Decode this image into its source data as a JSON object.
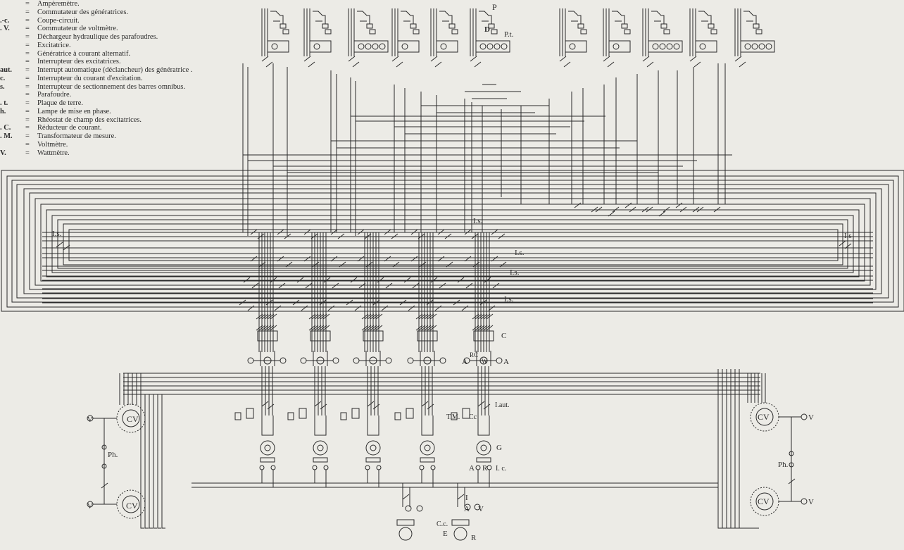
{
  "legend": [
    {
      "abbr": "",
      "eq": "=",
      "desc": "Ampèremètre."
    },
    {
      "abbr": "",
      "eq": "=",
      "desc": "Commutateur des génératrices."
    },
    {
      "abbr": ".-c.",
      "eq": "=",
      "desc": "Coupe-circuit."
    },
    {
      "abbr": ". V.",
      "eq": "=",
      "desc": "Commutateur de voltmètre."
    },
    {
      "abbr": "",
      "eq": "=",
      "desc": "Déchargeur hydraulique des parafoudres."
    },
    {
      "abbr": "",
      "eq": "=",
      "desc": "Excitatrice."
    },
    {
      "abbr": "",
      "eq": "=",
      "desc": "Génératrice à courant alternatif."
    },
    {
      "abbr": "",
      "eq": "=",
      "desc": "Interrupteur des excitatrices."
    },
    {
      "abbr": "aut.",
      "eq": "=",
      "desc": "Interrupt automatique (déclancheur) des génératrice ."
    },
    {
      "abbr": "c.",
      "eq": "=",
      "desc": "Interrupteur du courant d'excitation."
    },
    {
      "abbr": "s.",
      "eq": "=",
      "desc": "Interrupteur de sectionnement des barres omnibus."
    },
    {
      "abbr": "",
      "eq": "=",
      "desc": "Parafoudre."
    },
    {
      "abbr": ". t.",
      "eq": "=",
      "desc": "Plaque de terre."
    },
    {
      "abbr": "h.",
      "eq": "=",
      "desc": "Lampe de mise en phase."
    },
    {
      "abbr": "",
      "eq": "=",
      "desc": "Rhéostat de champ des excitatrices."
    },
    {
      "abbr": ". C.",
      "eq": "=",
      "desc": "Réducteur de courant."
    },
    {
      "abbr": ". M.",
      "eq": "=",
      "desc": "Transformateur de mesure."
    },
    {
      "abbr": "",
      "eq": "=",
      "desc": "Voltmètre."
    },
    {
      "abbr": "V.",
      "eq": "=",
      "desc": "Wattmètre."
    }
  ],
  "labels": {
    "P": "P",
    "D": "D",
    "Pt": "P.t.",
    "Is": "I.s.",
    "Is_small": "I.s",
    "C": "C",
    "RC": "RC",
    "A": "A",
    "W": "W",
    "TM": "T.M.",
    "Cc": "Cc",
    "Laut": "I.aut.",
    "G": "G",
    "R": "R",
    "Ic": "I. c.",
    "CV": "CV",
    "V": "V",
    "Ph": "Ph.",
    "I": "I",
    "CcLow": "C.c.",
    "E": "E"
  },
  "colors": {
    "ink": "#2a2a2a",
    "paper": "#ecebe6"
  }
}
